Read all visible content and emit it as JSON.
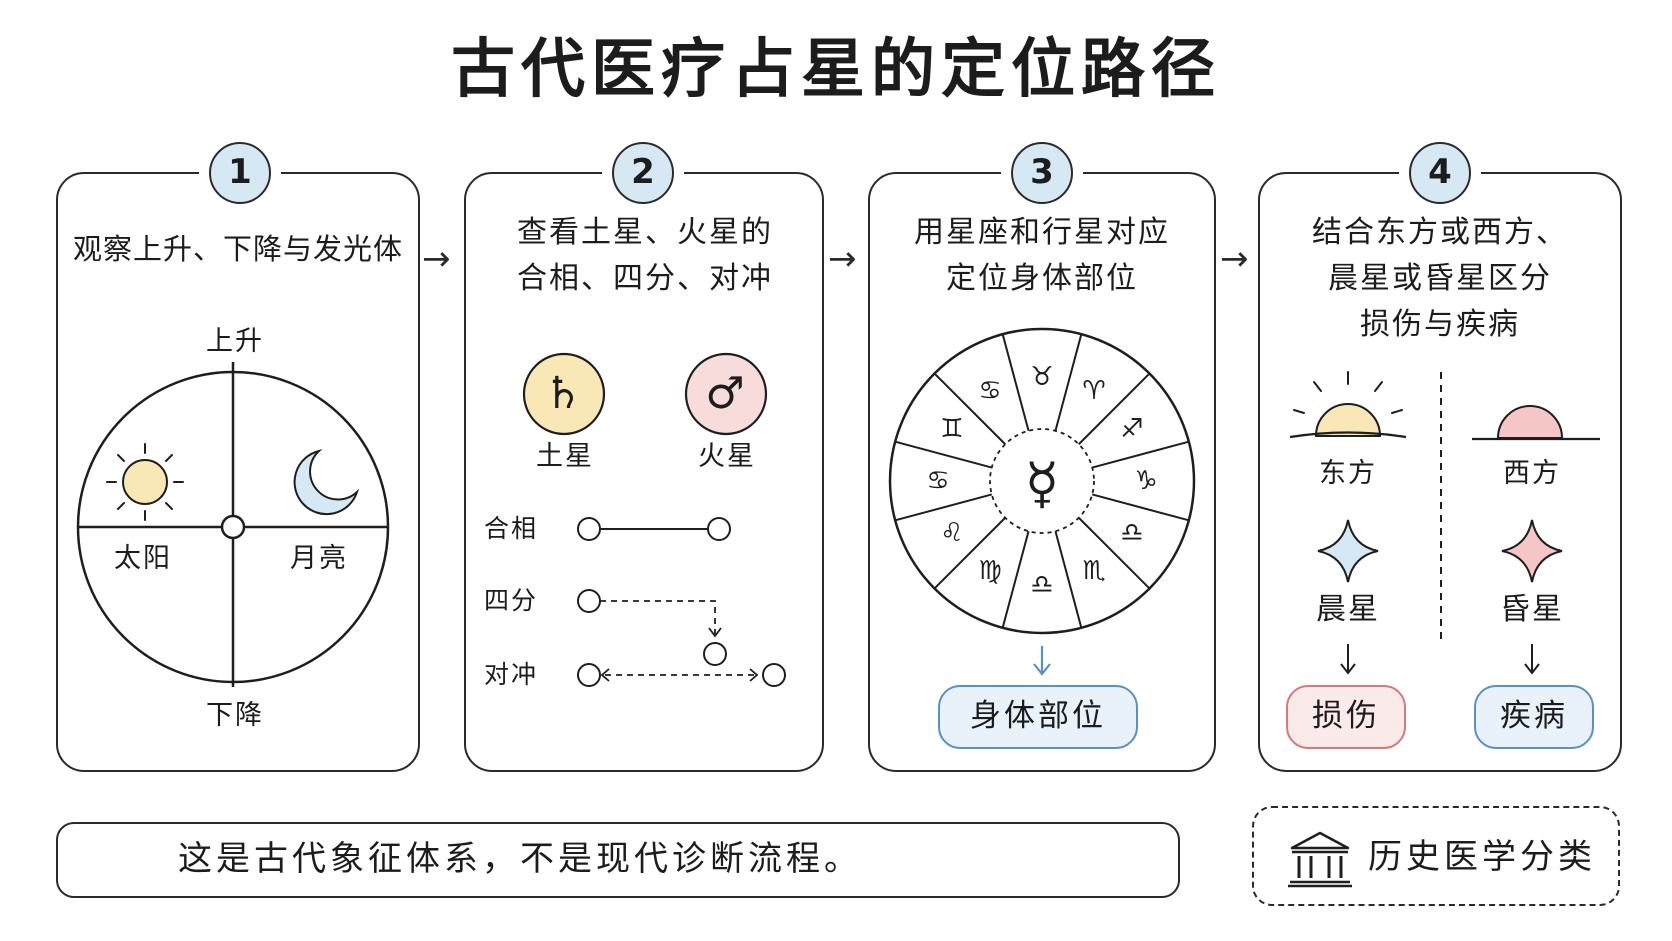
{
  "title": "古代医疗占星的定位路径",
  "steps": [
    {
      "number": "1",
      "title": "观察上升、下降与发光体",
      "labels": {
        "top": "上升",
        "bottom": "下降",
        "sun": "太阳",
        "moon": "月亮"
      },
      "icons": [
        "sun-icon",
        "moon-icon"
      ]
    },
    {
      "number": "2",
      "title": "查看土星、火星的\n合相、四分、对冲",
      "planets": [
        {
          "name": "土星",
          "symbol": "♄",
          "color": "#f9e7b5"
        },
        {
          "name": "火星",
          "symbol": "♂",
          "color": "#f8dcdc"
        }
      ],
      "aspects": [
        "合相",
        "四分",
        "对冲"
      ]
    },
    {
      "number": "3",
      "title": "用星座和行星对应\n定位身体部位",
      "center_symbol": "☿",
      "zodiac_symbols": [
        "♈",
        "♐",
        "♑",
        "♎",
        "♏",
        "♎",
        "♍",
        "♌",
        "♋",
        "♊",
        "♋",
        "♉"
      ],
      "result": "身体部位"
    },
    {
      "number": "4",
      "title": "结合东方或西方、\n晨星或昏星区分\n损伤与疾病",
      "east": {
        "label": "东方",
        "star": "晨星",
        "result": "损伤"
      },
      "west": {
        "label": "西方",
        "star": "昏星",
        "result": "疾病"
      }
    }
  ],
  "footer": {
    "disclaimer": "这是古代象征体系，不是现代诊断流程。",
    "tag": "历史医学分类"
  },
  "colors": {
    "badge": "#d7e8f5",
    "sun": "#f9e7b5",
    "sunset": "#f6c6c6",
    "blue": "#5b8ec5",
    "red": "#d9777a"
  }
}
